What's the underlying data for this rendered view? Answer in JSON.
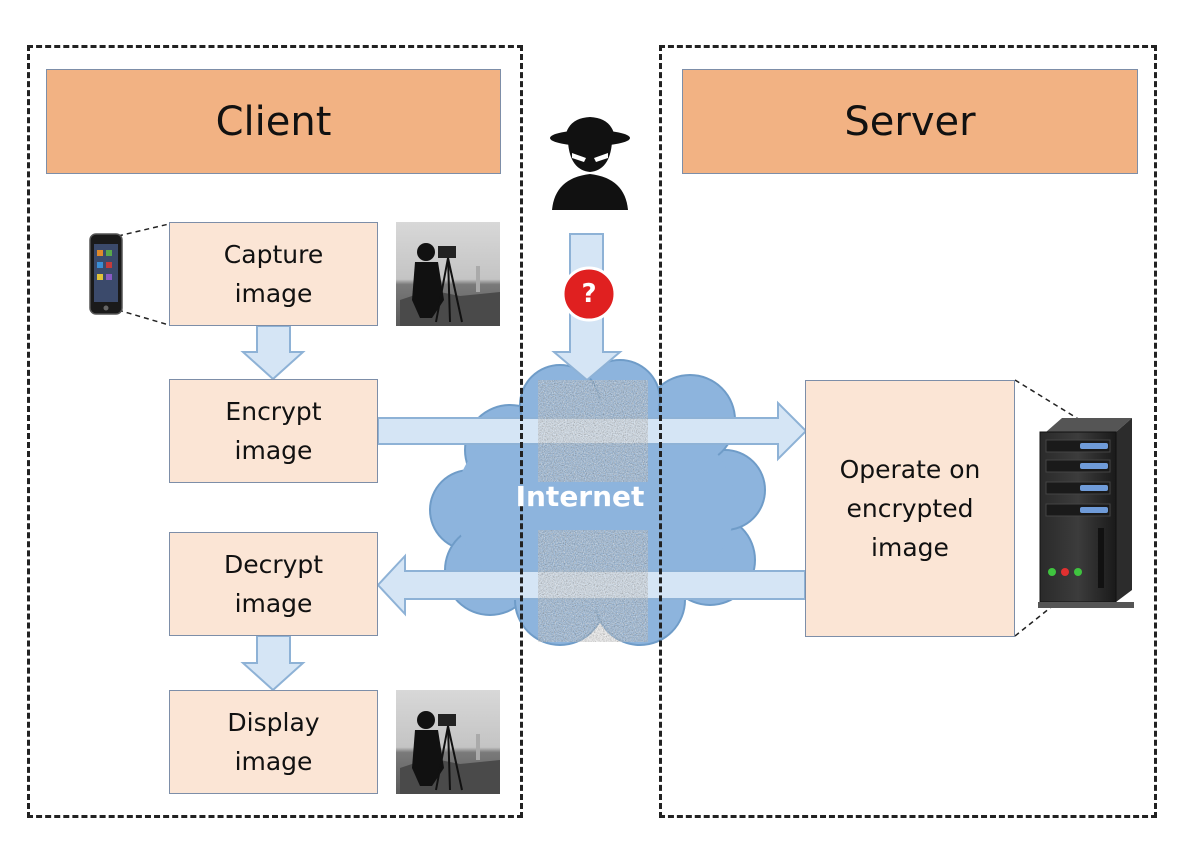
{
  "client": {
    "title": "Client",
    "steps": {
      "capture": [
        "Capture",
        "image"
      ],
      "encrypt": [
        "Encrypt",
        "image"
      ],
      "decrypt": [
        "Decrypt",
        "image"
      ],
      "display": [
        "Display",
        "image"
      ]
    }
  },
  "server": {
    "title": "Server",
    "operate": [
      "Operate on",
      "encrypted",
      "image"
    ]
  },
  "network": {
    "label": "Internet",
    "attacker_badge": "?"
  },
  "colors": {
    "header_fill": "#f2b283",
    "step_fill": "#fbe5d5",
    "arrow_fill": "#d5e5f5",
    "arrow_stroke": "#8eb2d6",
    "cloud_fill": "#8db4dd",
    "badge_red": "#e02020"
  },
  "icons": [
    "smartphone-icon",
    "hacker-icon",
    "server-tower-icon",
    "cloud-icon",
    "question-badge-icon"
  ]
}
